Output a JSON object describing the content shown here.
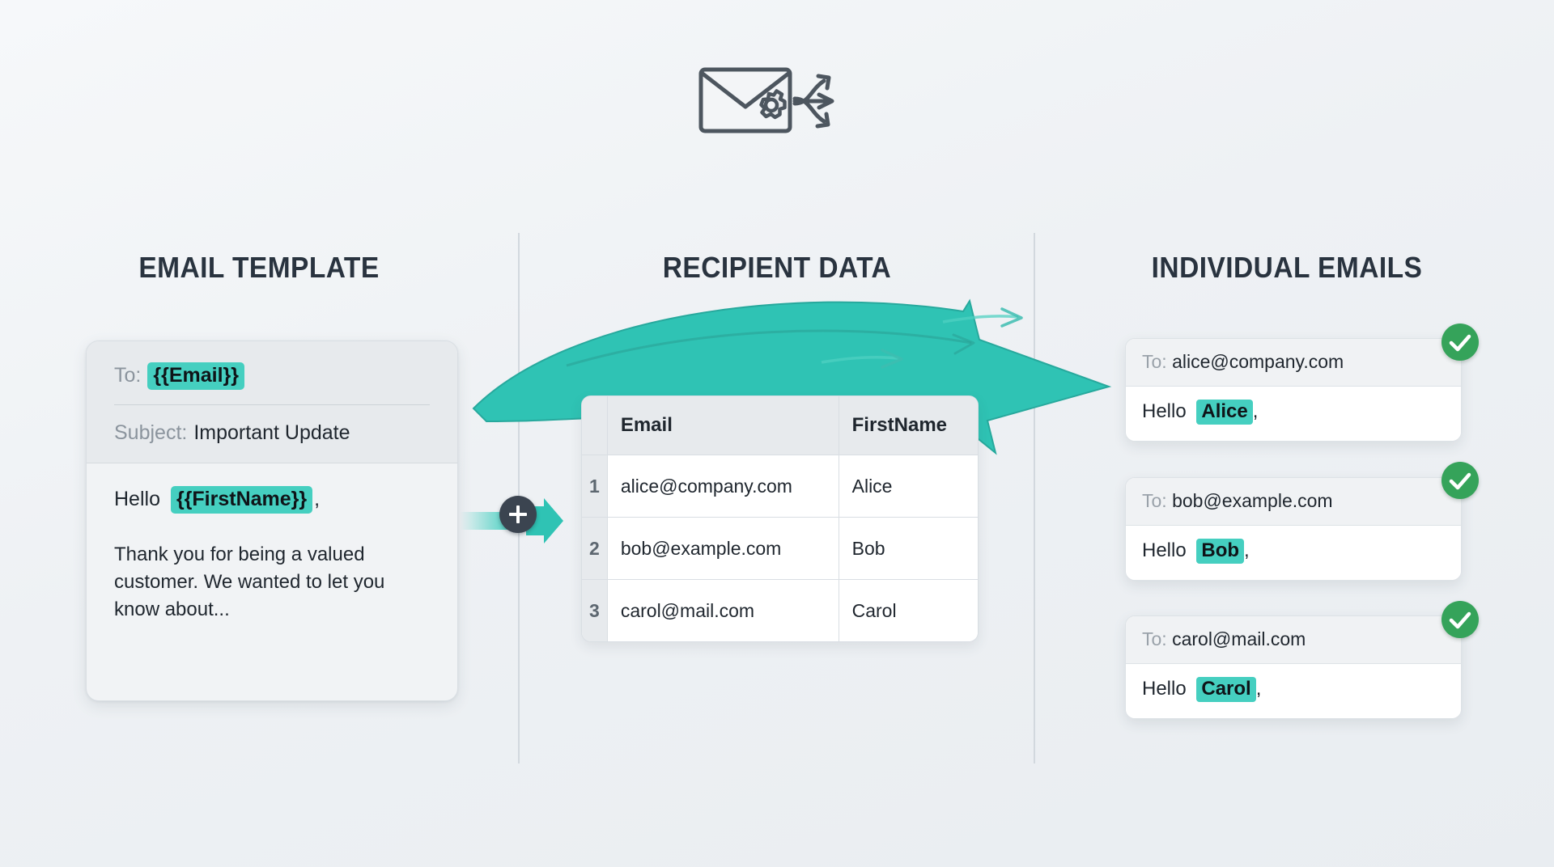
{
  "background": {
    "color": "#eef1f4",
    "accent_teal": "#45cfc0",
    "accent_teal_dark": "#2bb5a8",
    "heading_color": "#29333f",
    "check_green": "#35a35a",
    "plus_dark": "#3b4450"
  },
  "header_icon": {
    "name": "envelope-gear-arrows-icon",
    "description": "envelope with gear and three diverging arrows"
  },
  "columns": {
    "template_title": "EMAIL TEMPLATE",
    "data_title": "RECIPIENT DATA",
    "emails_title": "INDIVIDUAL EMAILS"
  },
  "template": {
    "to_label": "To:",
    "to_value": "{{Email}}",
    "subject_label": "Subject:",
    "subject_value": "Important Update",
    "greeting_prefix": "Hello",
    "greeting_token": "{{FirstName}}",
    "greeting_suffix": ",",
    "body_text": "Thank you for being a valued customer. We wanted to let you know about..."
  },
  "merge": {
    "plus_label": "+",
    "icon": "plus-icon"
  },
  "recipient_table": {
    "columns": [
      "",
      "Email",
      "FirstName"
    ],
    "rows": [
      {
        "index": "1",
        "email": "alice@company.com",
        "first_name": "Alice"
      },
      {
        "index": "2",
        "email": "bob@example.com",
        "first_name": "Bob"
      },
      {
        "index": "3",
        "email": "carol@mail.com",
        "first_name": "Carol"
      }
    ]
  },
  "individual_emails": {
    "to_label": "To:",
    "greeting_prefix": "Hello",
    "greeting_suffix": ",",
    "status_icon": "check-circle-icon",
    "cards": [
      {
        "to": "alice@company.com",
        "name": "Alice"
      },
      {
        "to": "bob@example.com",
        "name": "Bob"
      },
      {
        "to": "carol@mail.com",
        "name": "Carol"
      }
    ]
  },
  "flow_arrow": {
    "name": "merge-flow-arrow",
    "direction": "left-to-right curved"
  }
}
